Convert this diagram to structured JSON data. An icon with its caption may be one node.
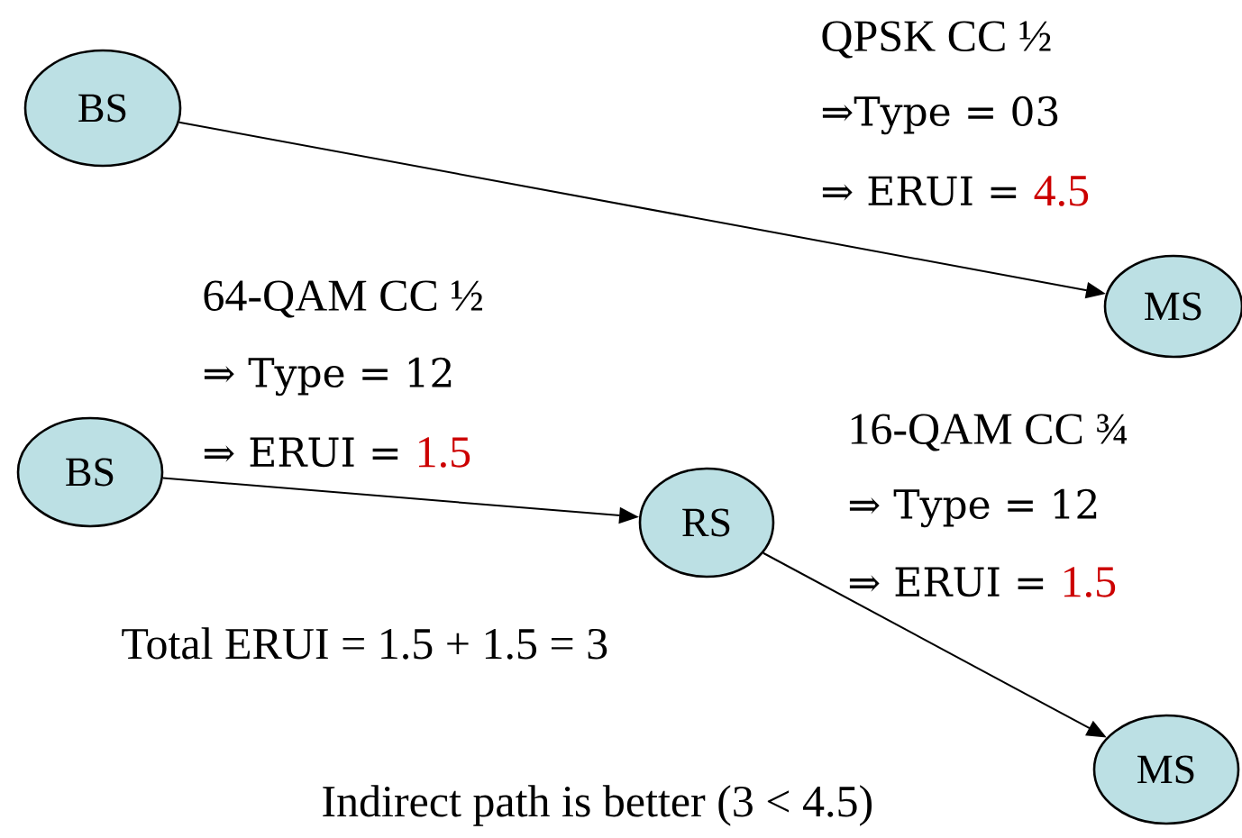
{
  "diagram": {
    "nodes": [
      {
        "text": [
          "BS"
        ]
      },
      {
        "text": [
          "MS"
        ]
      },
      {
        "text": [
          "BS"
        ]
      },
      {
        "text": [
          "RS"
        ]
      },
      {
        "text": [
          "MS"
        ]
      }
    ],
    "edges": [
      {
        "from": 0,
        "to": 1,
        "arrow": "to"
      },
      {
        "from": 2,
        "to": 3,
        "arrow": "to"
      },
      {
        "from": 3,
        "to": 4,
        "arrow": "to"
      }
    ],
    "labels": [
      "QPSK CC ½",
      "⇒Type = 03",
      "⇒ ERUI =",
      "4.5",
      "64-QAM CC ½",
      "⇒ Type = 12",
      "⇒ ERUI =",
      "1.5",
      "16-QAM CC ¾",
      "⇒ Type = 12",
      "⇒ ERUI =",
      "1.5",
      "Total ERUI = 1.5 + 1.5 = 3",
      "Indirect path is better (3 < 4.5)"
    ]
  }
}
